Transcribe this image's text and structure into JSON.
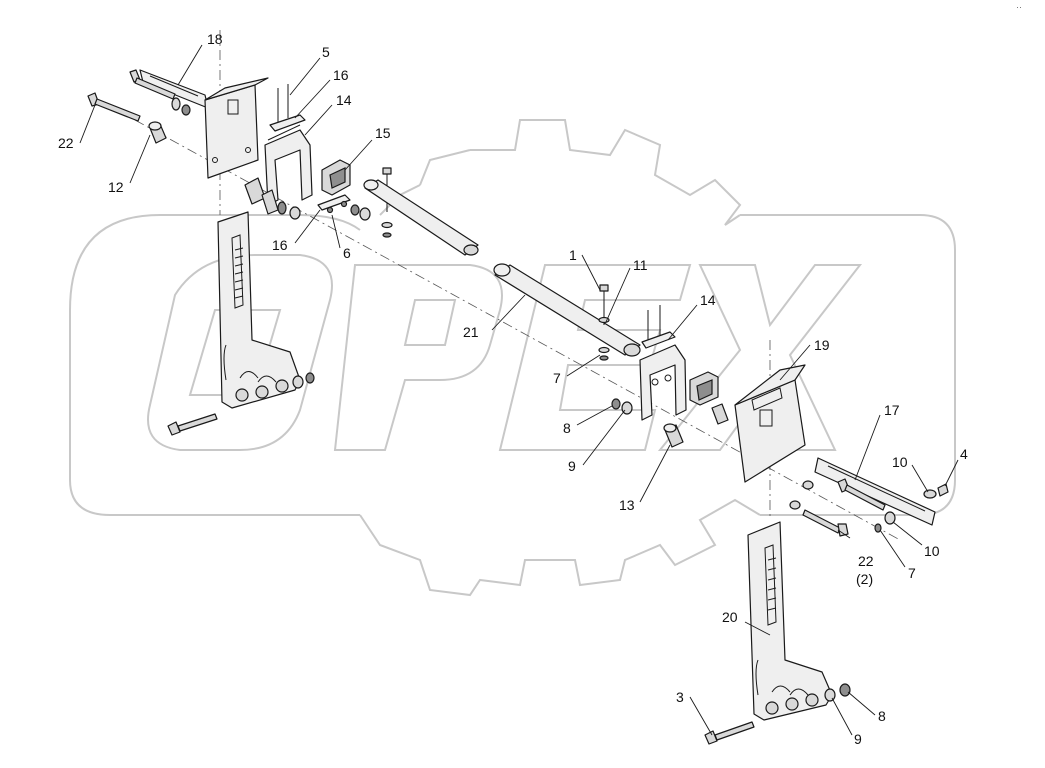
{
  "brand": {
    "watermark_text": "OPEX",
    "watermark_color": "#c8c8c8",
    "corner_mark": "··"
  },
  "callouts": {
    "c18": "18",
    "c5": "5",
    "c16a": "16",
    "c14a": "14",
    "c15": "15",
    "c22a": "22",
    "c12": "12",
    "c16b": "16",
    "c6": "6",
    "c1": "1",
    "c11": "11",
    "c14b": "14",
    "c21": "21",
    "c19": "19",
    "c7a": "7",
    "c8a": "8",
    "c9a": "9",
    "c13": "13",
    "c17": "17",
    "c10a": "10",
    "c4": "4",
    "c10b": "10",
    "c22b": "22",
    "c22b_qty": "(2)",
    "c7b": "7",
    "c20": "20",
    "c3": "3",
    "c8b": "8",
    "c9b": "9"
  }
}
